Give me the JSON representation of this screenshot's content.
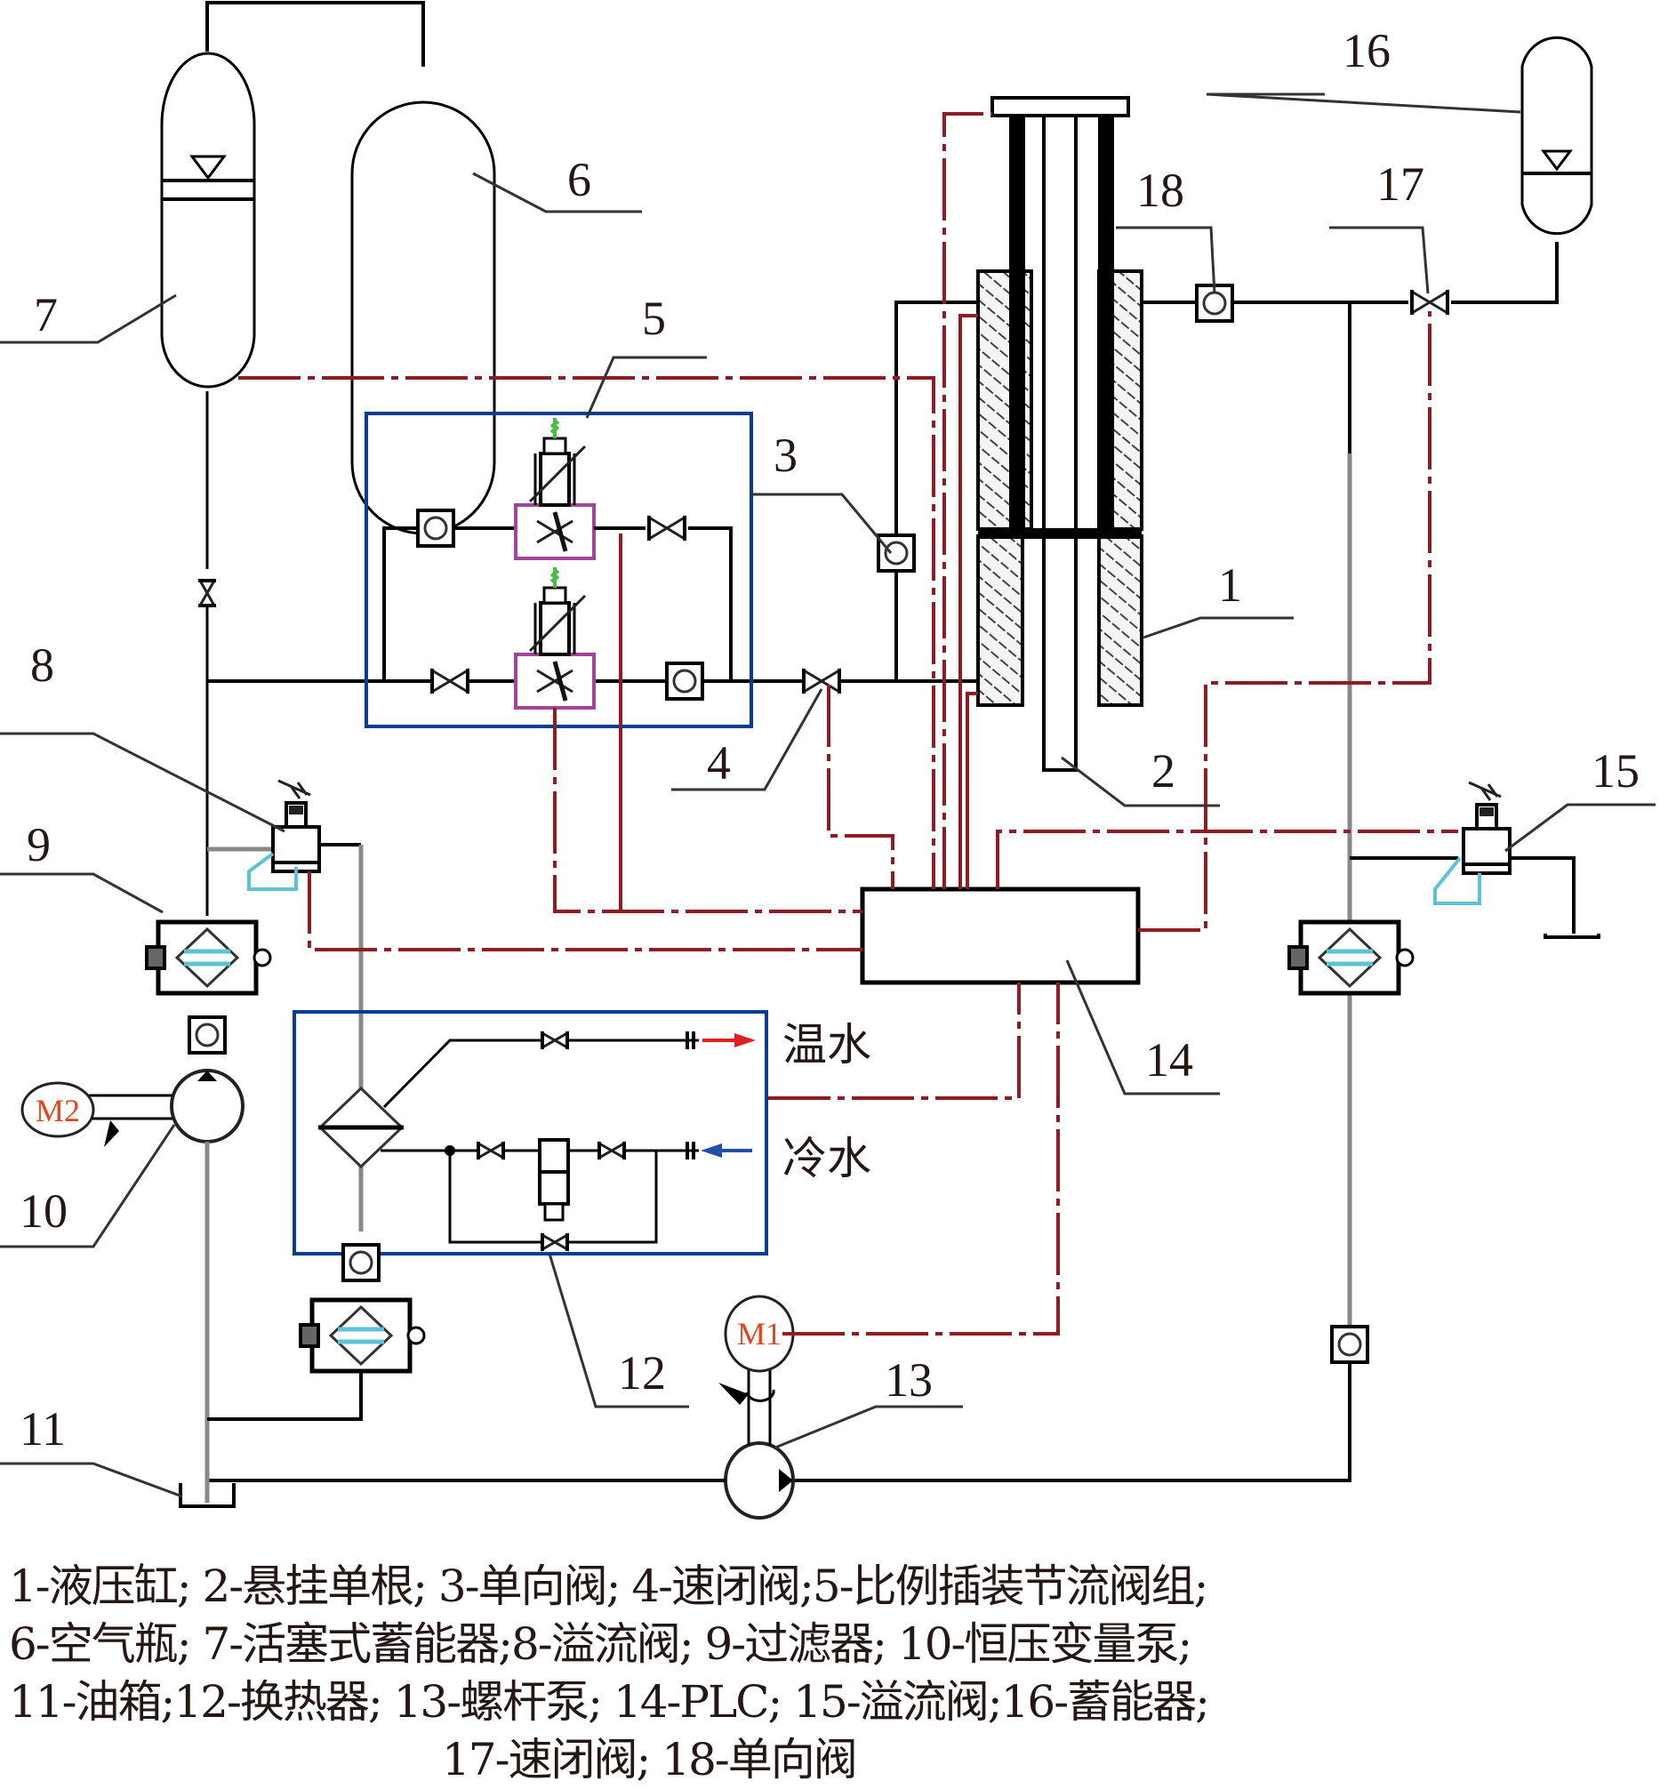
{
  "figure": {
    "type": "hydraulic schematic",
    "callouts": [
      "1",
      "2",
      "3",
      "4",
      "5",
      "6",
      "7",
      "8",
      "9",
      "10",
      "11",
      "12",
      "13",
      "14",
      "15",
      "16",
      "17",
      "18"
    ],
    "motors": {
      "m1": "M1",
      "m2": "M2"
    },
    "water": {
      "warm": "温水",
      "cold": "冷水"
    },
    "colors": {
      "hydraulic_line": "#000000",
      "signal_line": "#8b1e24",
      "group_box": "#0a3d91",
      "proportional_valve": "#a2449a",
      "drain_line": "#5ec2d6",
      "motor_label": "#e2461c",
      "warm_arrow": "#e02020",
      "cold_arrow": "#1f4fa8"
    }
  },
  "legend": {
    "lines": [
      "1-液压缸; 2-悬挂单根; 3-单向阀; 4-速闭阀;5-比例插装节流阀组;",
      "6-空气瓶; 7-活塞式蓄能器;8-溢流阀; 9-过滤器; 10-恒压变量泵;",
      "11-油箱;12-换热器; 13-螺杆泵; 14-PLC; 15-溢流阀;16-蓄能器;",
      "17-速闭阀; 18-单向阀"
    ],
    "items": [
      {
        "id": "1",
        "name": "液压缸"
      },
      {
        "id": "2",
        "name": "悬挂单根"
      },
      {
        "id": "3",
        "name": "单向阀"
      },
      {
        "id": "4",
        "name": "速闭阀"
      },
      {
        "id": "5",
        "name": "比例插装节流阀组"
      },
      {
        "id": "6",
        "name": "空气瓶"
      },
      {
        "id": "7",
        "name": "活塞式蓄能器"
      },
      {
        "id": "8",
        "name": "溢流阀"
      },
      {
        "id": "9",
        "name": "过滤器"
      },
      {
        "id": "10",
        "name": "恒压变量泵"
      },
      {
        "id": "11",
        "name": "油箱"
      },
      {
        "id": "12",
        "name": "换热器"
      },
      {
        "id": "13",
        "name": "螺杆泵"
      },
      {
        "id": "14",
        "name": "PLC"
      },
      {
        "id": "15",
        "name": "溢流阀"
      },
      {
        "id": "16",
        "name": "蓄能器"
      },
      {
        "id": "17",
        "name": "速闭阀"
      },
      {
        "id": "18",
        "name": "单向阀"
      }
    ]
  }
}
